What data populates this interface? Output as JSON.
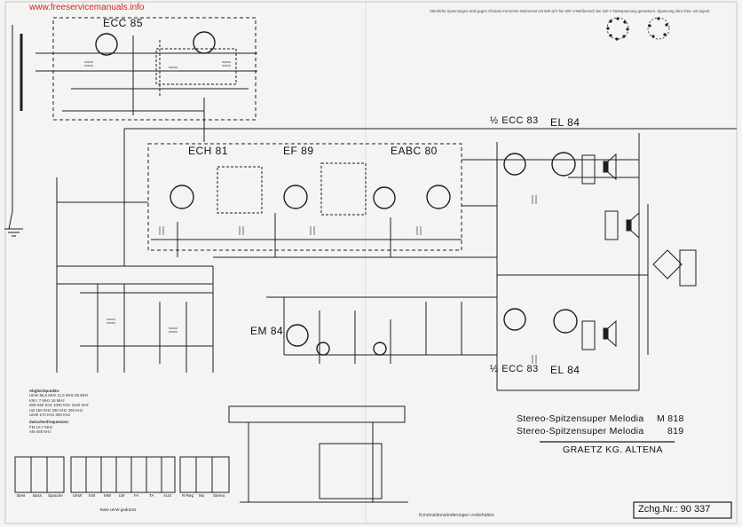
{
  "watermark": "www.freeservicemanuals.info",
  "tubes": {
    "ecc85": "ECC 85",
    "ech81": "ECH 81",
    "ef89": "EF 89",
    "eabc80": "EABC 80",
    "ecc83_top": "½ ECC 83",
    "el84_top": "EL 84",
    "em84": "EM 84",
    "ecc83_bottom": "½ ECC 83",
    "el84_bottom": "EL 84"
  },
  "title": {
    "line1_product": "Stereo-Spitzensuper Melodia",
    "line1_model": "M 818",
    "line2_product": "Stereo-Spitzensuper Melodia",
    "line2_model": "819",
    "manufacturer": "GRAETZ KG. ALTENA",
    "drawing_number": "Zchg.Nr.: 90 337"
  },
  "alignment": {
    "heading": "Abgleichpunkte:",
    "rows": [
      "UKW 86,5 MHz   11,5 MHz   98 MHz",
      "KW I 7 MHz   16 MHz",
      "MW 550 KHz   1000 KHz   1620 KHz",
      "LW 150 KHz   250 KHz   300 KHz",
      "UKW 170 KHz   300 KHz"
    ],
    "if_heading": "Zwischenfrequenzen:",
    "if_rows": [
      "FM 10,7 MHz",
      "AM 460 KHz"
    ]
  },
  "switches": {
    "group1": [
      "Breit",
      "Bass",
      "Sprache"
    ],
    "group2": [
      "UKW",
      "KW",
      "MW",
      "LW",
      "FA",
      "TA",
      "AUS"
    ],
    "group3": [
      "R-Reg",
      "Mo",
      "Stereo"
    ],
    "caption": "Taste UKW gedrückt"
  },
  "notes": {
    "top": "Sämtliche Spannungen sind gegen Chassis mit einem Instrument mit 500 Ω/V bei 300 V-Meßbereich bei 220 V Netzspannung gemessen. Spannung ohne bzw. mit Signal.",
    "bottom": "Konstruktionsänderungen vorbehalten"
  },
  "colors": {
    "ink": "#1e1e1e",
    "paper": "#f4f4f2",
    "watermark": "#d42020"
  }
}
